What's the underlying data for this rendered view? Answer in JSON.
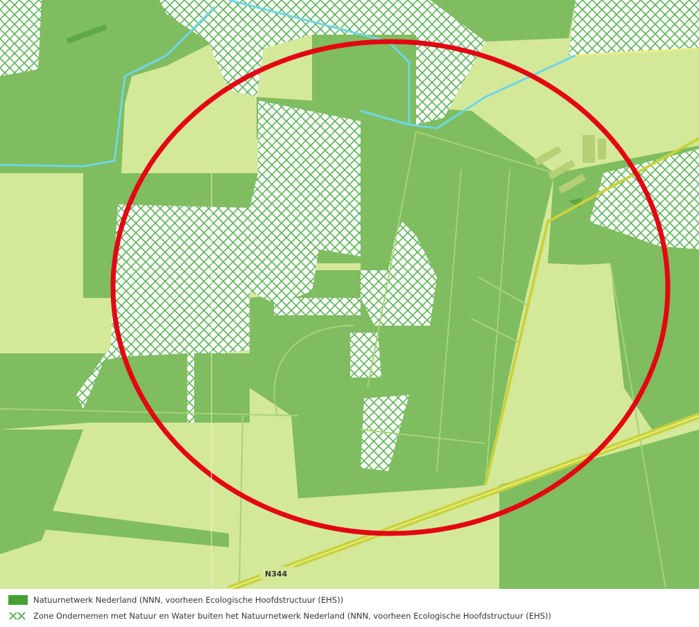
{
  "map": {
    "road_label": "N344",
    "colors": {
      "farmland": "#d4e89a",
      "nature": "#7fbd60",
      "nature_dark": "#5fa848",
      "hatch_line": "#5ab354",
      "water": "#6fd6e6",
      "road": "#c8d23a",
      "circle": "#e30613"
    }
  },
  "legend": {
    "items": [
      {
        "icon": "green-square-icon",
        "label": "Natuurnetwerk Nederland (NNN, voorheen Ecologische Hoofdstructuur (EHS))"
      },
      {
        "icon": "hatch-cross-icon",
        "label": "Zone Ondernemen met Natuur en Water buiten het Natuurnetwerk Nederland (NNN, voorheen Ecologische Hoofdstructuur (EHS))"
      }
    ]
  }
}
